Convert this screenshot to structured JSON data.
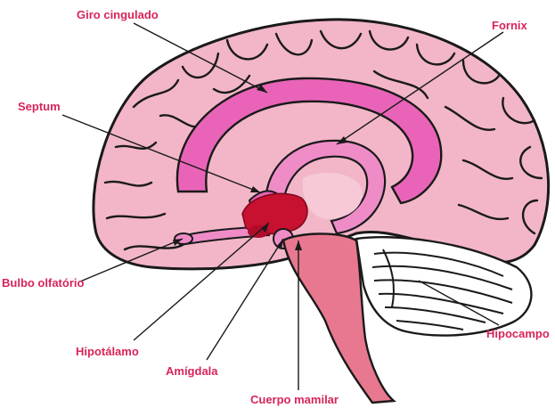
{
  "colors": {
    "label_text": "#d8245a",
    "cortex_fill": "#f2b6c8",
    "limbic_fill": "#e964b8",
    "limbic_light": "#ef8cc8",
    "brainstem_fill": "#e8788f",
    "amygdala_fill": "#c81030",
    "cerebellum_fill": "#ffffff",
    "outline": "#1a1a1a"
  },
  "labels": {
    "giro_cingulado": "Giro cingulado",
    "fornix": "Fornix",
    "septum": "Septum",
    "bulbo_olfatorio": "Bulbo olfatório",
    "hipotalamo": "Hipotálamo",
    "amigdala": "Amígdala",
    "cuerpo_mamilar": "Cuerpo mamilar",
    "hipocampo": "Hipocampo"
  }
}
